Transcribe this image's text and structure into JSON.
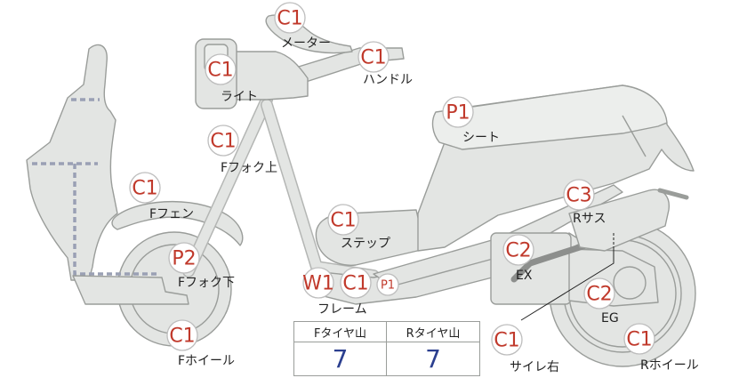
{
  "badges": [
    {
      "id": "meter",
      "code": "C1",
      "label": "メーター"
    },
    {
      "id": "handle",
      "code": "C1",
      "label": "ハンドル"
    },
    {
      "id": "light",
      "code": "C1",
      "label": "ライト"
    },
    {
      "id": "seat",
      "code": "P1",
      "label": "シート"
    },
    {
      "id": "fork-upper",
      "code": "C1",
      "label": "Fフォク上"
    },
    {
      "id": "f-fender",
      "code": "C1",
      "label": "Fフェン"
    },
    {
      "id": "step",
      "code": "C1",
      "label": "ステップ"
    },
    {
      "id": "r-sus",
      "code": "C3",
      "label": "Rサス"
    },
    {
      "id": "ex",
      "code": "C2",
      "label": "EX"
    },
    {
      "id": "fork-lower",
      "code": "P2",
      "label": "Fフォク下"
    },
    {
      "id": "frame-w1",
      "code": "W1",
      "label": "フレーム"
    },
    {
      "id": "frame-c1",
      "code": "C1",
      "label": ""
    },
    {
      "id": "frame-p1",
      "code": "P1",
      "label": ""
    },
    {
      "id": "eg",
      "code": "C2",
      "label": "EG"
    },
    {
      "id": "f-wheel",
      "code": "C1",
      "label": "Fホイール"
    },
    {
      "id": "side-cover-r",
      "code": "C1",
      "label": "サイレ右"
    },
    {
      "id": "r-wheel",
      "code": "C1",
      "label": "Rホイール"
    }
  ],
  "tire_table": {
    "headers": [
      "Fタイヤ山",
      "Rタイヤ山"
    ],
    "values": [
      "7",
      "7"
    ],
    "value_color": "#2b3f8f"
  },
  "colors": {
    "badge_text": "#c0392b",
    "part_fill": "#e3e5e3",
    "part_stroke": "#9a9d9a",
    "dotted_line": "#9aa0b4"
  }
}
